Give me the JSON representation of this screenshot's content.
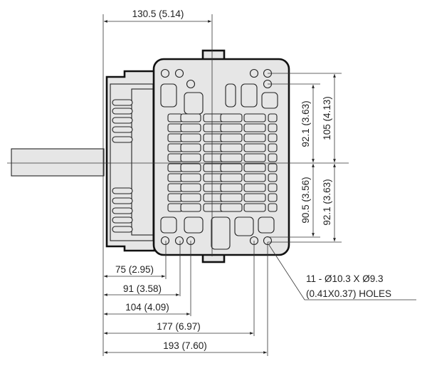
{
  "dimensions": {
    "overall_center": "130.5 (5.14)",
    "right_upper_inner": "92.1 (3.63)",
    "right_upper_outer": "105 (4.13)",
    "right_lower_inner": "90.5 (3.56)",
    "right_lower_outer": "92.1 (3.63)",
    "bottom_1": "75 (2.95)",
    "bottom_2": "91 (3.58)",
    "bottom_3": "104 (4.09)",
    "bottom_4": "177 (6.97)",
    "bottom_5": "193 (7.60)"
  },
  "holes_note": {
    "line1": "11 - Ø10.3 X Ø9.3",
    "line2": "(0.41X0.37) HOLES"
  },
  "colors": {
    "fill": "#e6e6e6",
    "outline": "#111111"
  }
}
